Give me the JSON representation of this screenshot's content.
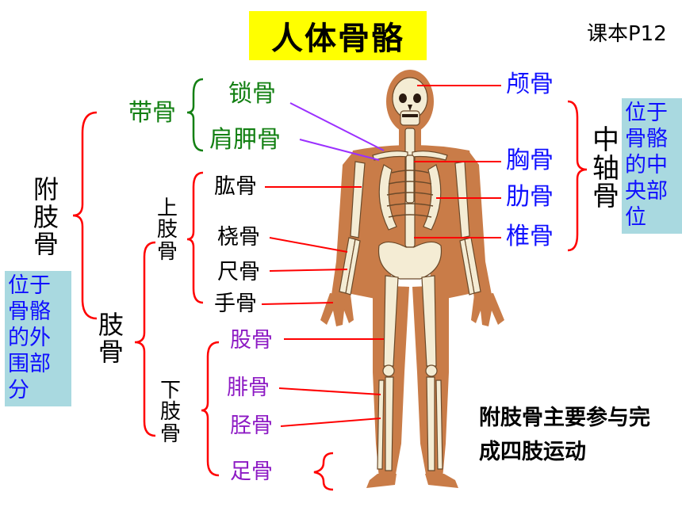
{
  "title": "人体骨骼",
  "reference": "课本P12",
  "colors": {
    "title_bg": "#ffff00",
    "green": "#138013",
    "blue": "#1010ff",
    "purple": "#8d1ac4",
    "red": "#ff0000",
    "info_box": "#a9d9e0",
    "skin": "#c97c48"
  },
  "appendicular": {
    "label": "附肢骨",
    "box_text": "位于骨骼的外围部分",
    "girdle": {
      "label": "带骨",
      "items": [
        "锁骨",
        "肩胛骨"
      ]
    },
    "limb": {
      "label": "肢骨",
      "upper": {
        "label": "上肢骨",
        "items": [
          "肱骨",
          "桡骨",
          "尺骨",
          "手骨"
        ]
      },
      "lower": {
        "label": "下肢骨",
        "items": [
          "股骨",
          "腓骨",
          "胫骨",
          "足骨"
        ]
      }
    }
  },
  "axial": {
    "label": "中轴骨",
    "box_text": "位于骨骼的中央部位",
    "items": [
      "颅骨",
      "胸骨",
      "肋骨",
      "椎骨"
    ]
  },
  "note": "附肢骨主要参与完成四肢运动",
  "image": "human-skeleton-illustration"
}
